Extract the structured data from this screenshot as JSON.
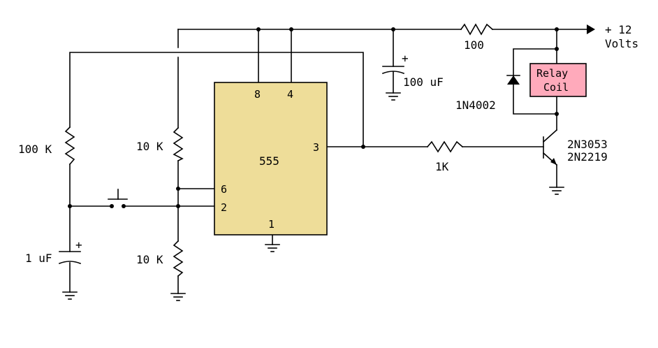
{
  "supply": {
    "line1": "+ 12",
    "line2": "Volts"
  },
  "ic": {
    "label": "555",
    "pins": {
      "p8": "8",
      "p4": "4",
      "p3": "3",
      "p6": "6",
      "p2": "2",
      "p1": "1"
    },
    "fill": "#eedd99"
  },
  "relay": {
    "line1": "Relay",
    "line2": "Coil",
    "fill": "#ffaabb"
  },
  "components": {
    "r_supply": "100",
    "c_supply": "100 uF",
    "c_supply_polarity": "+",
    "diode": "1N4002",
    "transistor_line1": "2N3053",
    "transistor_line2": "2N2219",
    "r_base": "1K",
    "r_left": "100 K",
    "r_upper": "10 K",
    "r_lower": "10 K",
    "c_timing": "1 uF",
    "c_timing_polarity": "+"
  }
}
